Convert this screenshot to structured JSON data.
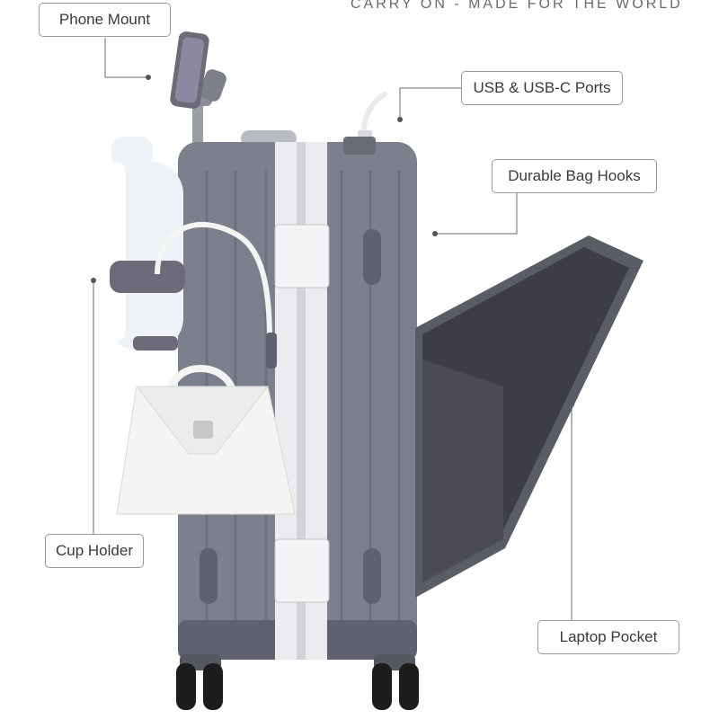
{
  "headline": "CARRY ON - MADE FOR THE WORLD",
  "callouts": {
    "phone_mount": "Phone Mount",
    "usb_ports": "USB & USB-C Ports",
    "bag_hooks": "Durable Bag Hooks",
    "cup_holder": "Cup Holder",
    "laptop_pocket": "Laptop Pocket"
  },
  "colors": {
    "shell": "#7c7f8c",
    "shell_dark": "#5f626e",
    "frame": "#ececee",
    "bottle": "#eef1f6",
    "bag": "#f4f4f2",
    "accent_line": "#6b6b6b",
    "wheel": "#1c1c1c"
  },
  "icons": [
    "phone-icon",
    "usb-cable-icon",
    "wheel-icon",
    "hook-icon"
  ]
}
